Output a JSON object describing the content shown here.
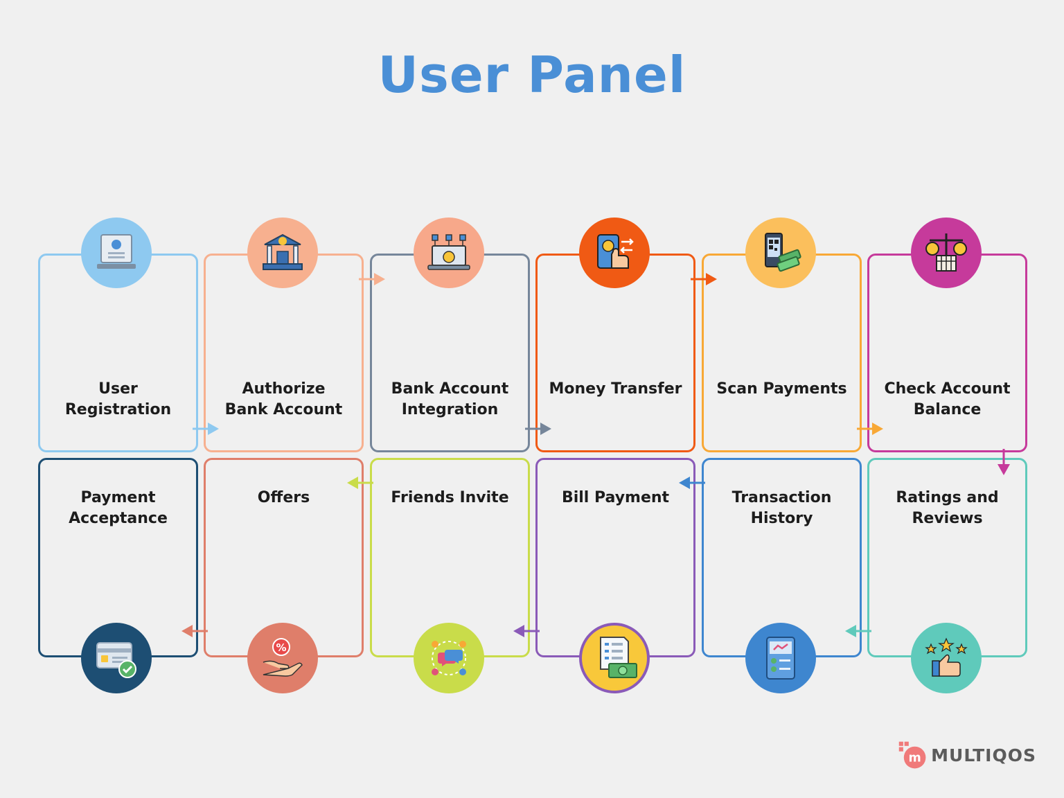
{
  "title": "User Panel",
  "steps": [
    {
      "label": "User\nRegistration",
      "color": "#8ec9f0",
      "icon": "user-profile-laptop-icon"
    },
    {
      "label": "Authorize\nBank Account",
      "color": "#f7b08f",
      "icon": "bank-building-icon"
    },
    {
      "label": "Bank Account\nIntegration",
      "color": "#76869a",
      "icon": "laptop-gear-network-icon"
    },
    {
      "label": "Money Transfer",
      "color": "#f05a14",
      "icon": "phone-dollar-transfer-icon"
    },
    {
      "label": "Scan Payments",
      "color": "#f8a835",
      "icon": "qr-phone-cash-icon"
    },
    {
      "label": "Check Account\nBalance",
      "color": "#c63a9b",
      "icon": "balance-scale-dollar-icon"
    },
    {
      "label": "Ratings and\nReviews",
      "color": "#5fcabb",
      "icon": "stars-thumbs-up-icon"
    },
    {
      "label": "Transaction\nHistory",
      "color": "#3e86cf",
      "icon": "phone-history-list-icon"
    },
    {
      "label": "Bill Payment",
      "color": "#8a5ab8",
      "icon": "bill-receipt-cash-icon"
    },
    {
      "label": "Friends Invite",
      "color": "#c9dc4a",
      "icon": "people-chat-invite-icon"
    },
    {
      "label": "Offers",
      "color": "#df7e6a",
      "icon": "hand-percent-offer-icon"
    },
    {
      "label": "Payment\nAcceptance",
      "color": "#1d4e73",
      "icon": "card-check-accept-icon"
    }
  ],
  "brand": {
    "name": "MULTIQOS",
    "mark_letter": "m",
    "color": "#f07a7a"
  }
}
